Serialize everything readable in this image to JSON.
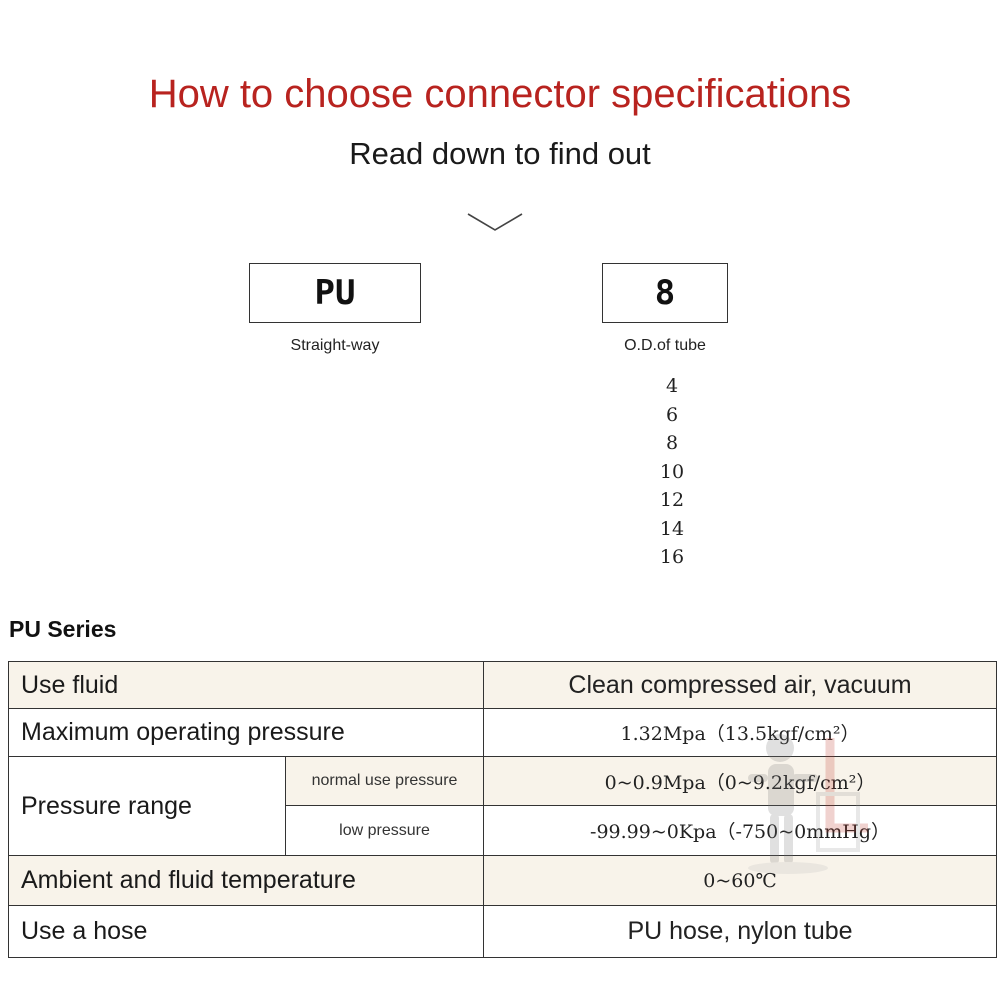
{
  "header": {
    "title": "How to choose connector specifications",
    "subtitle": "Read down to find out"
  },
  "code": {
    "model": {
      "value": "PU",
      "label": "Straight-way"
    },
    "tube": {
      "value": "8",
      "label": "O.D.of tube",
      "options": [
        "4",
        "6",
        "8",
        "10",
        "12",
        "14",
        "16"
      ]
    }
  },
  "spec": {
    "title": "PU Series",
    "fluid": {
      "label": "Use fluid",
      "value": "Clean compressed air, vacuum"
    },
    "max_pressure": {
      "label": "Maximum operating pressure",
      "value": "1.32Mpa（13.5kgf/cm²）"
    },
    "pressure_range": {
      "label": "Pressure range",
      "normal": {
        "label": "normal use pressure",
        "value": "0~0.9Mpa（0~9.2kgf/cm²）"
      },
      "low": {
        "label": "low pressure",
        "value": "-99.99~0Kpa（-750~0mmHg）"
      }
    },
    "temperature": {
      "label": "Ambient and fluid temperature",
      "value": "0~60℃"
    },
    "hose": {
      "label": "Use a hose",
      "value": "PU hose, nylon tube"
    }
  },
  "colors": {
    "title": "#b8231f",
    "row_highlight": "#f8f3ea",
    "border": "#333333"
  }
}
